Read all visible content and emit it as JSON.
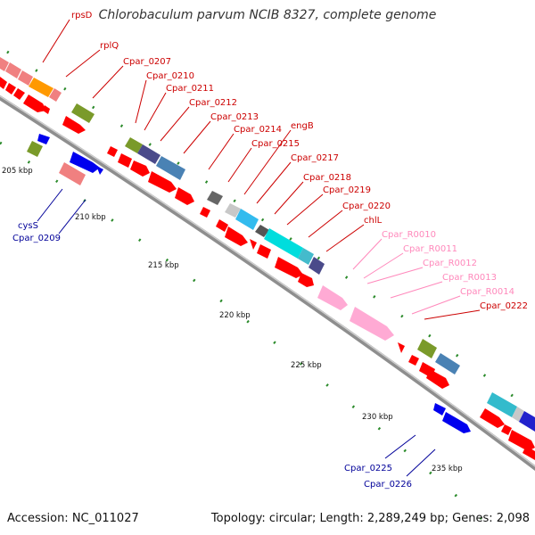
{
  "title": "Chlorobaculum parvum NCIB 8327, complete genome",
  "accession": "Accession: NC_011027",
  "topology": "Topology: circular; Length: 2,289,249 bp; Genes: 2,098",
  "colors": {
    "backbone": "#9a9a9a",
    "tick": "#2a8a2a",
    "cds": "#ff0000",
    "cds_label": "#cc0000",
    "minus_strand": "#0000ee",
    "minus_label": "#000099",
    "rna": "#ffaad4",
    "rna_label": "#ff88bb"
  },
  "kbp_labels": [
    {
      "text": "205 kbp",
      "pos": 205
    },
    {
      "text": "210 kbp",
      "pos": 210
    },
    {
      "text": "215 kbp",
      "pos": 215
    },
    {
      "text": "220 kbp",
      "pos": 220
    },
    {
      "text": "225 kbp",
      "pos": 225
    },
    {
      "text": "230 kbp",
      "pos": 230
    },
    {
      "text": "235 kbp",
      "pos": 235
    }
  ],
  "gene_labels_top": [
    {
      "text": "rpsD",
      "group": "cds"
    },
    {
      "text": "rplQ",
      "group": "cds"
    },
    {
      "text": "Cpar_0207",
      "group": "cds"
    },
    {
      "text": "Cpar_0210",
      "group": "cds"
    },
    {
      "text": "Cpar_0211",
      "group": "cds"
    },
    {
      "text": "Cpar_0212",
      "group": "cds"
    },
    {
      "text": "Cpar_0213",
      "group": "cds"
    },
    {
      "text": "Cpar_0214",
      "group": "cds"
    },
    {
      "text": "engB",
      "group": "cds"
    },
    {
      "text": "Cpar_0215",
      "group": "cds"
    },
    {
      "text": "Cpar_0217",
      "group": "cds"
    },
    {
      "text": "Cpar_0218",
      "group": "cds"
    },
    {
      "text": "Cpar_0219",
      "group": "cds"
    },
    {
      "text": "Cpar_0220",
      "group": "cds"
    },
    {
      "text": "chlL",
      "group": "cds"
    },
    {
      "text": "Cpar_R0010",
      "group": "rna"
    },
    {
      "text": "Cpar_R0011",
      "group": "rna"
    },
    {
      "text": "Cpar_R0012",
      "group": "rna"
    },
    {
      "text": "Cpar_R0013",
      "group": "rna"
    },
    {
      "text": "Cpar_R0014",
      "group": "rna"
    },
    {
      "text": "Cpar_0222",
      "group": "cds"
    }
  ],
  "gene_labels_bottom": [
    {
      "text": "cysS",
      "group": "minus"
    },
    {
      "text": "Cpar_0209",
      "group": "minus"
    },
    {
      "text": "Cpar_0225",
      "group": "minus"
    },
    {
      "text": "Cpar_0226",
      "group": "minus"
    }
  ]
}
